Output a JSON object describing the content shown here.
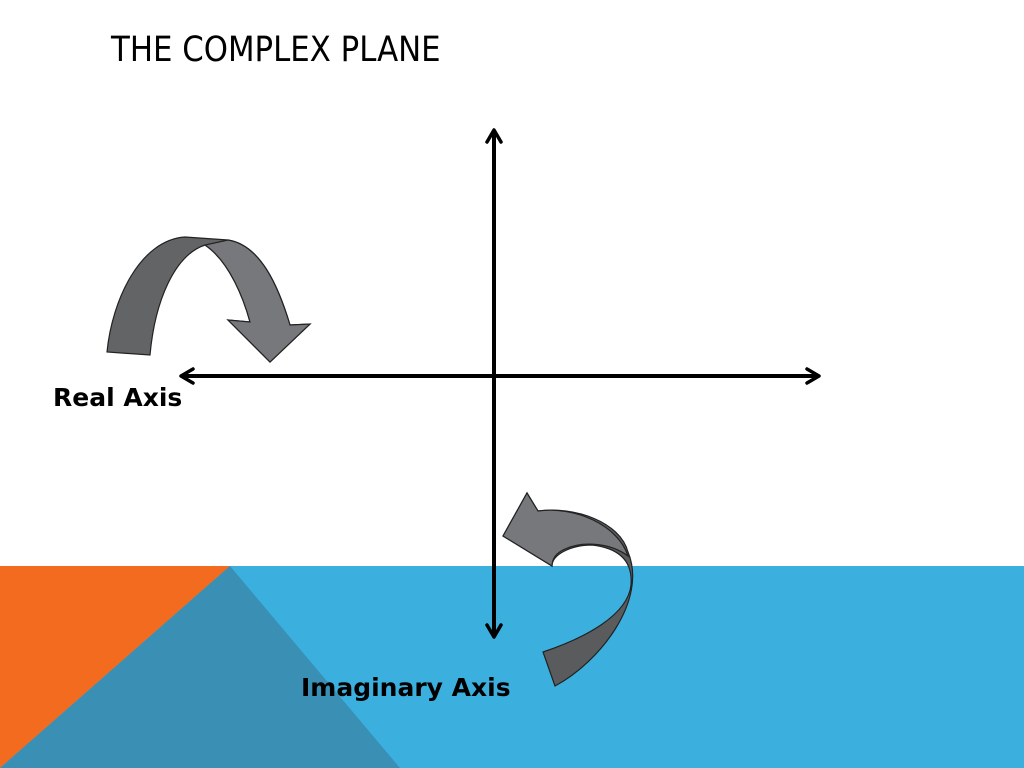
{
  "slide": {
    "title": "THE COMPLEX PLANE"
  },
  "labels": {
    "real_axis": "Real Axis",
    "imaginary_axis": "Imaginary Axis"
  },
  "colors": {
    "background": "#ffffff",
    "footer_blue": "#3bb0df",
    "footer_orange": "#f26b1f",
    "footer_teal": "#3a8fb5",
    "arrow_fill_dark": "#5a5b5d",
    "arrow_fill_light": "#77787b",
    "axis_color": "#000000"
  }
}
